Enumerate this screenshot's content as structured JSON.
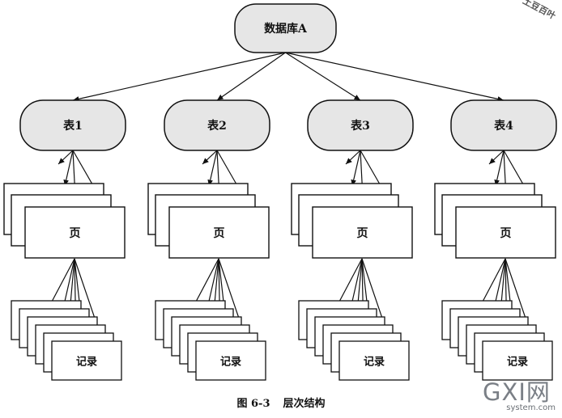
{
  "diagram": {
    "root_label": "数据库A",
    "tables": [
      {
        "label": "表1"
      },
      {
        "label": "表2"
      },
      {
        "label": "表3"
      },
      {
        "label": "表4"
      }
    ],
    "page_label": "页",
    "record_label": "记录"
  },
  "caption": {
    "figure_number": "图 6-3",
    "title": "层次结构"
  },
  "watermark": {
    "top_right": "土豆百叶",
    "logo_text": "GXI网",
    "logo_sub": "system.com"
  }
}
